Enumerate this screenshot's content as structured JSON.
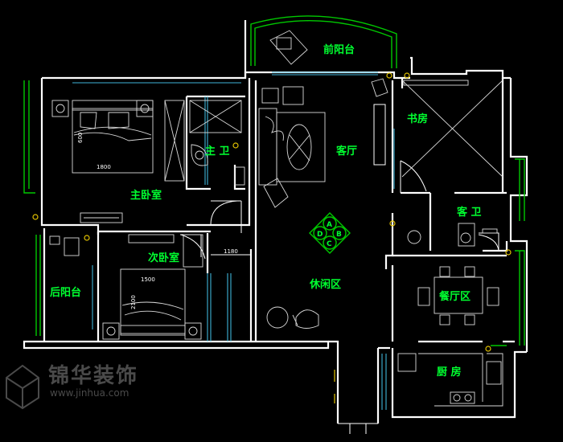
{
  "rooms": {
    "front_balcony": "前阳台",
    "study": "书房",
    "master_bath": "主 卫",
    "living_room": "客厅",
    "master_bedroom": "主卧室",
    "guest_bath": "客 卫",
    "second_bedroom": "次卧室",
    "back_balcony": "后阳台",
    "leisure_area": "休闲区",
    "dining_area": "餐厅区",
    "kitchen": "厨 房"
  },
  "dimensions": {
    "master_bed_width": "1800",
    "master_bed_length": "600",
    "second_bed_width": "1500",
    "second_bed_length": "2100",
    "closet_width": "1180"
  },
  "compass": {
    "a": "A",
    "b": "B",
    "c": "C",
    "d": "D"
  },
  "watermark": {
    "name": "锦华装饰",
    "url": "www.jinhua.com"
  },
  "colors": {
    "background": "#000000",
    "walls": "#ffffff",
    "labels": "#00ff30",
    "glass": "#3fb4d8"
  }
}
